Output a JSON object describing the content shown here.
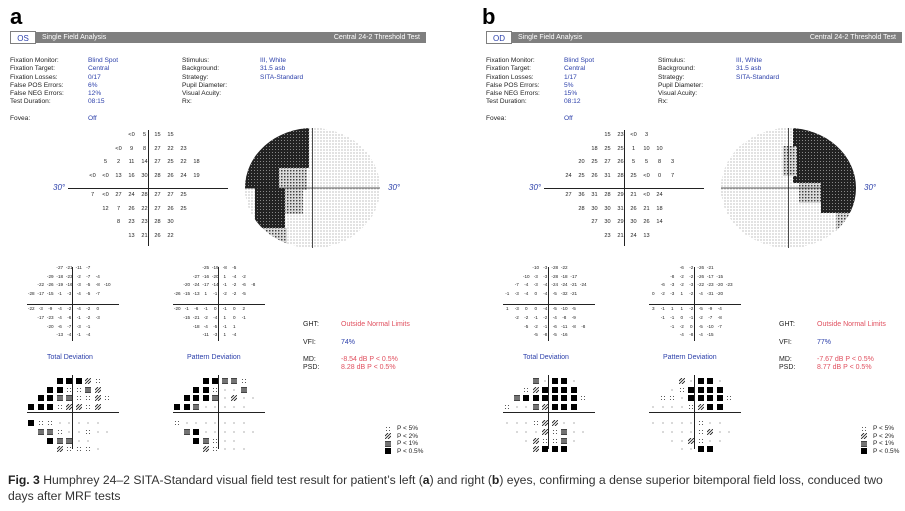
{
  "figure": {
    "panels": [
      {
        "label": "a",
        "eye": "OS",
        "header_title": "Single Field Analysis",
        "header_test": "Central 24-2 Threshold Test",
        "info_left": [
          {
            "label": "Fixation Monitor:",
            "value": "Blind Spot"
          },
          {
            "label": "Fixation Target:",
            "value": "Central"
          },
          {
            "label": "Fixation Losses:",
            "value": "0/17"
          },
          {
            "label": "False POS Errors:",
            "value": "6%"
          },
          {
            "label": "False NEG Errors:",
            "value": "12%"
          },
          {
            "label": "Test Duration:",
            "value": "08:15"
          },
          {
            "label": "",
            "value": ""
          },
          {
            "label": "Fovea:",
            "value": "Off"
          }
        ],
        "info_right": [
          {
            "label": "Stimulus:",
            "value": "III, White"
          },
          {
            "label": "Background:",
            "value": "31.5 asb"
          },
          {
            "label": "Strategy:",
            "value": "SITA-Standard"
          },
          {
            "label": "Pupil Diameter:",
            "value": ""
          },
          {
            "label": "Visual Acuity:",
            "value": ""
          },
          {
            "label": "Rx:",
            "value": ""
          }
        ],
        "deg_left": "30°",
        "deg_right": "30°",
        "threshold_rows": [
          [
            "<0",
            "5",
            "15",
            "15"
          ],
          [
            "<0",
            "9",
            "8",
            "27",
            "22",
            "23"
          ],
          [
            "5",
            "2",
            "11",
            "14",
            "27",
            "25",
            "22",
            "18"
          ],
          [
            "<0",
            "<0",
            "13",
            "16",
            "30",
            "28",
            "26",
            "24",
            "19"
          ],
          [
            "7",
            "<0",
            "27",
            "24",
            "28",
            "27",
            "27",
            "25"
          ],
          [
            "12",
            "7",
            "26",
            "22",
            "27",
            "26",
            "25"
          ],
          [
            "8",
            "23",
            "23",
            "28",
            "30"
          ],
          [
            "13",
            "21",
            "26",
            "22"
          ]
        ],
        "total_dev_rows": [
          [
            "-27",
            "-21",
            "-11",
            "-7"
          ],
          [
            "-29",
            "-18",
            "-23",
            "-2",
            "-7",
            "-4"
          ],
          [
            "-22",
            "-26",
            "-19",
            "-16",
            "-3",
            "-5",
            "-8",
            "-10"
          ],
          [
            "-28",
            "-17",
            "-15",
            "-1",
            "-3",
            "-4",
            "-5",
            "-7"
          ],
          [
            "-22",
            "-3",
            "-9",
            "-4",
            "-2",
            "-4",
            "-2",
            "0"
          ],
          [
            "-17",
            "-23",
            "-4",
            "-6",
            "-1",
            "-2",
            "-3"
          ],
          [
            "-20",
            "-6",
            "-7",
            "-3",
            "-1"
          ],
          [
            "-13",
            "-4",
            "-1",
            "-4"
          ]
        ],
        "pattern_dev_rows": [
          [
            "-25",
            "-19",
            "-8",
            "-5"
          ],
          [
            "-27",
            "-16",
            "-20",
            "1",
            "-4",
            "-2"
          ],
          [
            "-20",
            "-24",
            "-17",
            "-14",
            "-1",
            "-2",
            "-6",
            "-8"
          ],
          [
            "-26",
            "-15",
            "-13",
            "1",
            "-1",
            "-2",
            "-2",
            "-5"
          ],
          [
            "-20",
            "-1",
            "-6",
            "-1",
            "0",
            "-1",
            "0",
            "2"
          ],
          [
            "-15",
            "-21",
            "-2",
            "-4",
            "1",
            "0",
            "-1"
          ],
          [
            "-18",
            "-4",
            "-5",
            "-1",
            "1"
          ],
          [
            "-11",
            "-3",
            "1",
            "-4"
          ]
        ],
        "total_deviation_title": "Total Deviation",
        "pattern_deviation_title": "Pattern Deviation",
        "ght_label": "GHT:",
        "ght_value": "Outside Normal Limits",
        "vfi_label": "VFI:",
        "vfi_value": "74%",
        "md_label": "MD:",
        "md_value": "-8.54 dB P < 0.5%",
        "psd_label": "PSD:",
        "psd_value": "8.28 dB P < 0.5%",
        "total_prob_rows": [
          "44421",
          "441132",
          "44331121",
          "44412212",
          "41100000",
          "33100100",
          "43300",
          "21110"
        ],
        "pattern_prob_rows": [
          "44331",
          "441003",
          "44430200",
          "44300000",
          "10000000",
          "34000000",
          "43100",
          "21000"
        ]
      },
      {
        "label": "b",
        "eye": "OD",
        "header_title": "Single Field Analysis",
        "header_test": "Central 24-2 Threshold Test",
        "info_left": [
          {
            "label": "Fixation Monitor:",
            "value": "Blind Spot"
          },
          {
            "label": "Fixation Target:",
            "value": "Central"
          },
          {
            "label": "Fixation Losses:",
            "value": "1/17"
          },
          {
            "label": "False POS Errors:",
            "value": "5%"
          },
          {
            "label": "False NEG Errors:",
            "value": "15%"
          },
          {
            "label": "Test Duration:",
            "value": "08:12"
          },
          {
            "label": "",
            "value": ""
          },
          {
            "label": "Fovea:",
            "value": "Off"
          }
        ],
        "info_right": [
          {
            "label": "Stimulus:",
            "value": "III, White"
          },
          {
            "label": "Background:",
            "value": "31.5 asb"
          },
          {
            "label": "Strategy:",
            "value": "SITA-Standard"
          },
          {
            "label": "Pupil Diameter:",
            "value": ""
          },
          {
            "label": "Visual Acuity:",
            "value": ""
          },
          {
            "label": "Rx:",
            "value": ""
          }
        ],
        "deg_left": "30°",
        "deg_right": "30°",
        "threshold_rows": [
          [
            "15",
            "23",
            "<0",
            "3"
          ],
          [
            "18",
            "25",
            "25",
            "1",
            "10",
            "10"
          ],
          [
            "20",
            "25",
            "27",
            "26",
            "5",
            "5",
            "8",
            "3"
          ],
          [
            "24",
            "25",
            "26",
            "31",
            "28",
            "25",
            "<0",
            "0",
            "7"
          ],
          [
            "27",
            "36",
            "31",
            "28",
            "29",
            "21",
            "<0",
            "24"
          ],
          [
            "28",
            "30",
            "30",
            "31",
            "26",
            "21",
            "18"
          ],
          [
            "27",
            "30",
            "29",
            "30",
            "26",
            "14"
          ],
          [
            "23",
            "21",
            "24",
            "13"
          ]
        ],
        "total_dev_rows": [
          [
            "-10",
            "-3",
            "-28",
            "-22"
          ],
          [
            "-10",
            "-3",
            "-3",
            "-28",
            "-18",
            "-17"
          ],
          [
            "-7",
            "-4",
            "-3",
            "-4",
            "-24",
            "-24",
            "-21",
            "-24"
          ],
          [
            "-1",
            "-3",
            "-4",
            "0",
            "-4",
            "-5",
            "-32",
            "-21"
          ],
          [
            "1",
            "-3",
            "0",
            "0",
            "-4",
            "-5",
            "-10",
            "-5"
          ],
          [
            "-2",
            "-2",
            "-1",
            "-2",
            "-4",
            "-8",
            "-9"
          ],
          [
            "-5",
            "-2",
            "-1",
            "-6",
            "-11",
            "-8",
            "-8"
          ],
          [
            "-5",
            "-8",
            "-5",
            "-16"
          ]
        ],
        "pattern_dev_rows": [
          [
            "-6",
            "-2",
            "-26",
            "-21"
          ],
          [
            "-8",
            "-2",
            "-2",
            "-26",
            "-17",
            "-15"
          ],
          [
            "-6",
            "-3",
            "-2",
            "-3",
            "-22",
            "-23",
            "-20",
            "-23"
          ],
          [
            "0",
            "-2",
            "-3",
            "1",
            "-2",
            "-4",
            "-31",
            "-20"
          ],
          [
            "3",
            "-1",
            "1",
            "1",
            "-2",
            "-5",
            "-9",
            "-4"
          ],
          [
            "-1",
            "-1",
            "0",
            "-1",
            "-2",
            "-7",
            "-8"
          ],
          [
            "-1",
            "-2",
            "0",
            "-5",
            "-10",
            "-7"
          ],
          [
            "-4",
            "-8",
            "-4",
            "-15"
          ]
        ],
        "total_deviation_title": "Total Deviation",
        "pattern_deviation_title": "Pattern Deviation",
        "ght_label": "GHT:",
        "ght_value": "Outside Normal Limits",
        "vfi_label": "VFI:",
        "vfi_value": "77%",
        "md_label": "MD:",
        "md_value": "-7.67 dB P < 0.5%",
        "psd_label": "PSD:",
        "psd_value": "8.77 dB P < 0.5%",
        "total_prob_rows": [
          "30440",
          "124444",
          "34444441",
          "10032444",
          "00012200",
          "00021300",
          "021130",
          "2444"
        ],
        "pattern_prob_rows": [
          "20440",
          "014444",
          "11044441",
          "00001244",
          "00000100",
          "00001200",
          "002100",
          "0044"
        ]
      }
    ],
    "legend": [
      {
        "symbol": "p5",
        "label": "P < 5%"
      },
      {
        "symbol": "p2",
        "label": "P < 2%"
      },
      {
        "symbol": "p1",
        "label": "P < 1%"
      },
      {
        "symbol": "p05",
        "label": "P < 0.5%"
      }
    ],
    "caption": {
      "prefix": "Fig. 3",
      "text_1": " Humphrey 24–2 SITA-Standard visual field test result for patient’s left (",
      "a": "a",
      "text_2": ") and right (",
      "b": "b",
      "text_3": ") eyes, confirming a dense superior bitemporal field loss, conduced two days after MRF tests"
    }
  }
}
